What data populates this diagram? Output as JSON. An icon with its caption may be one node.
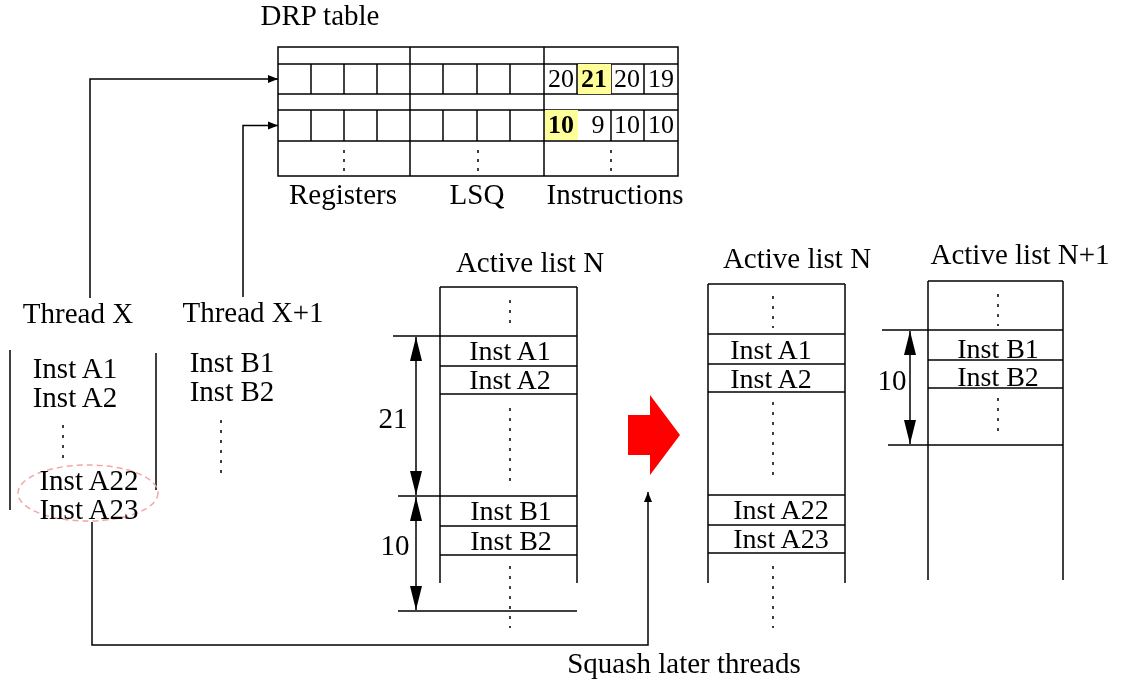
{
  "diagram": {
    "nodes": [
      {
        "text": [
          "DRP table"
        ]
      },
      {
        "text": [
          "20",
          "21",
          "20",
          "19"
        ],
        "in": 0
      },
      {
        "text": [
          "10",
          "9",
          "10",
          "10"
        ],
        "in": 0
      },
      {
        "text": [
          "Thread X"
        ]
      },
      {
        "text": [
          "Thread X+1"
        ]
      },
      {
        "text": [
          "Inst A22",
          "Inst A23"
        ]
      },
      {
        "text": [
          "Active list N",
          "Inst A1",
          "Inst A2",
          "Inst B1",
          "Inst B2"
        ]
      },
      {
        "text": [
          "Active list N",
          "Inst A1",
          "Inst A2",
          "Inst A22",
          "Inst A23"
        ]
      },
      {
        "text": [
          "Active list N+1",
          "Inst B1",
          "Inst B2"
        ]
      }
    ],
    "edges": [
      {
        "from": 3,
        "to": 1,
        "arrow": "to"
      },
      {
        "from": 4,
        "to": 2,
        "arrow": "to"
      },
      {
        "from": 5,
        "to": null,
        "arrow": "to",
        "label": "Squash later threads"
      },
      {
        "from": 6,
        "to": 7,
        "arrow": "to",
        "style": "thick",
        "color": "#ff0000"
      }
    ],
    "labels": [
      "Registers",
      "LSQ",
      "Instructions",
      "Inst A1",
      "Inst A2",
      "Inst B1",
      "Inst B2",
      "21",
      "10",
      "10"
    ]
  }
}
